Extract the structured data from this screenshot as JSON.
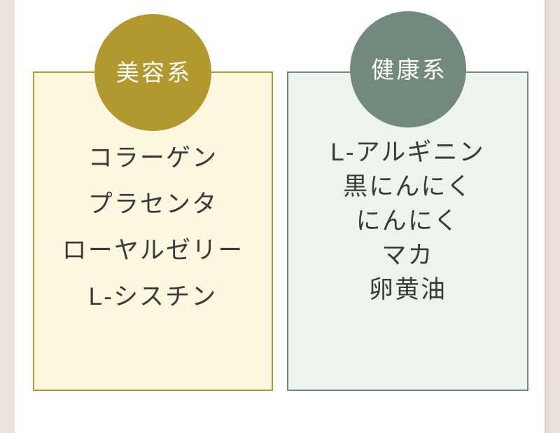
{
  "page": {
    "background_color": "#ffffff",
    "edge_strip_color": "#ece3da"
  },
  "categories": [
    {
      "id": "beauty",
      "badge_label": "美容系",
      "badge_color": "#b2982e",
      "card_background": "#fdf7e2",
      "card_border_color": "#b69a2f",
      "text_color": "#3a3a38",
      "items": [
        "コラーゲン",
        "プラセンタ",
        "ローヤルゼリー",
        "L-シスチン"
      ]
    },
    {
      "id": "health",
      "badge_label": "健康系",
      "badge_color": "#73897c",
      "card_background": "#ecf4ec",
      "card_border_color": "#708a7c",
      "text_color": "#3a3a38",
      "items": [
        "L-アルギニン",
        "黒にんにく",
        "にんにく",
        "マカ",
        "卵黄油"
      ]
    }
  ]
}
